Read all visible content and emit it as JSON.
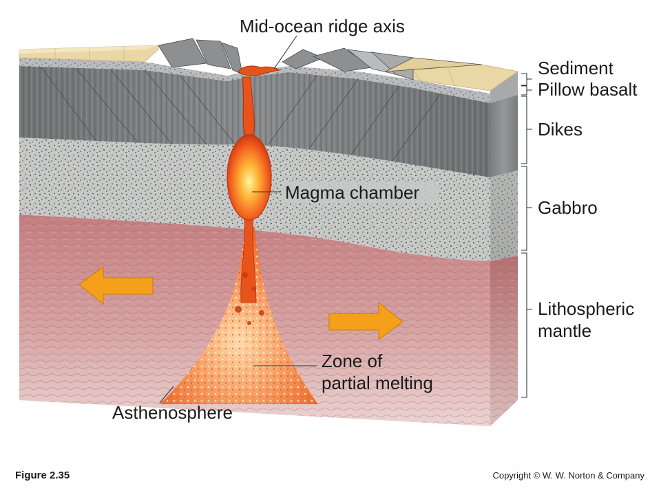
{
  "diagram": {
    "labels": {
      "ridge_axis": "Mid-ocean ridge axis",
      "sediment": "Sediment",
      "pillow_basalt": "Pillow basalt",
      "dikes": "Dikes",
      "gabbro": "Gabbro",
      "magma_chamber": "Magma chamber",
      "lithospheric_1": "Lithospheric",
      "lithospheric_2": "mantle",
      "zone_1": "Zone of",
      "zone_2": "partial melting",
      "asthenosphere": "Asthenosphere"
    },
    "colors": {
      "sediment": "#e9d7a6",
      "pillow_basalt": "#b9bcbf",
      "dikes": "#7d7e80",
      "gabbro": "#c5c8c6",
      "mantle": "#c98c8c",
      "magma": "#e8531c",
      "arrow": "#f5a01a"
    }
  },
  "footer": {
    "figure_number": "Figure 2.35",
    "copyright": "Copyright © W. W. Norton & Company"
  }
}
